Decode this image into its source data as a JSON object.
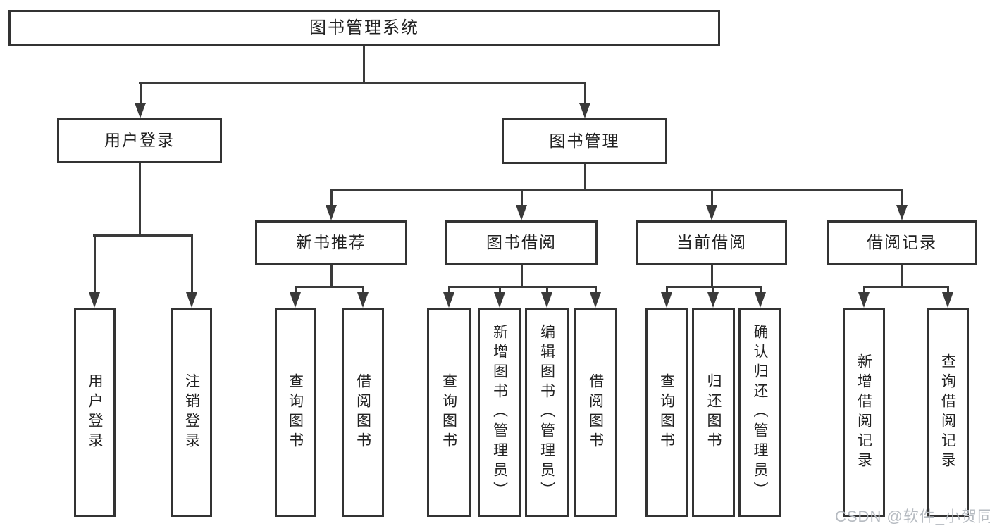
{
  "title": "图书管理系统",
  "tree": {
    "root": {
      "label": "图书管理系统"
    },
    "branches": [
      {
        "label": "用户登录",
        "children": [
          {
            "label": "用户登录"
          },
          {
            "label": "注销登录"
          }
        ]
      },
      {
        "label": "图书管理",
        "sections": [
          {
            "label": "新书推荐",
            "children": [
              {
                "label": "查询图书"
              },
              {
                "label": "借阅图书"
              }
            ]
          },
          {
            "label": "图书借阅",
            "children": [
              {
                "label": "查询图书"
              },
              {
                "label": "新增图书（管理员）"
              },
              {
                "label": "编辑图书（管理员）"
              },
              {
                "label": "借阅图书"
              }
            ]
          },
          {
            "label": "当前借阅",
            "children": [
              {
                "label": "查询图书"
              },
              {
                "label": "归还图书"
              },
              {
                "label": "确认归还（管理员）"
              }
            ]
          },
          {
            "label": "借阅记录",
            "children": [
              {
                "label": "新增借阅记录"
              },
              {
                "label": "查询借阅记录"
              }
            ]
          }
        ]
      }
    ]
  },
  "watermark": "CSDN @软件_小贺同学",
  "colors": {
    "line": "#3a3a3a",
    "box_border": "#333333",
    "text": "#222222",
    "watermark": "#b6bbc1",
    "background": "#ffffff"
  }
}
